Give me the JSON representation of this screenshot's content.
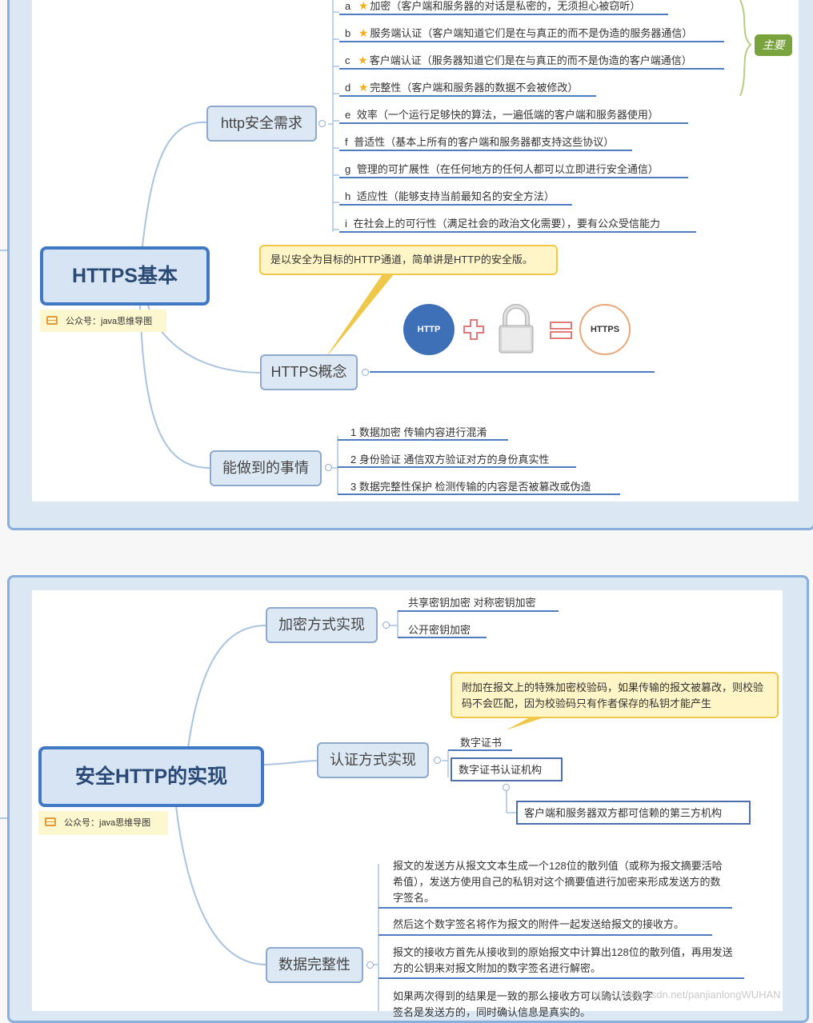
{
  "map1": {
    "root": "HTTPS基本",
    "tag": "公众号：java思维导图",
    "req_node": "http安全需求",
    "requirements": [
      {
        "letter": "a",
        "star": true,
        "text": "加密（客户端和服务器的对话是私密的，无须担心被窃听）"
      },
      {
        "letter": "b",
        "star": true,
        "text": "服务端认证（客户端知道它们是在与真正的而不是伪造的服务器通信）"
      },
      {
        "letter": "c",
        "star": true,
        "text": "客户端认证（服务器知道它们是在与真正的而不是伪造的客户端通信）"
      },
      {
        "letter": "d",
        "star": true,
        "text": "完整性（客户端和服务器的数据不会被修改）"
      },
      {
        "letter": "e",
        "star": false,
        "text": "效率（一个运行足够快的算法，一遍低端的客户端和服务器使用）"
      },
      {
        "letter": "f",
        "star": false,
        "text": "普适性（基本上所有的客户端和服务器都支持这些协议）"
      },
      {
        "letter": "g",
        "star": false,
        "text": "管理的可扩展性（在任何地方的任何人都可以立即进行安全通信）"
      },
      {
        "letter": "h",
        "star": false,
        "text": "适应性（能够支持当前最知名的安全方法）"
      },
      {
        "letter": "i",
        "star": false,
        "text": "在社会上的可行性（满足社会的政治文化需要），要有公众受信能力"
      }
    ],
    "main_label": "主要",
    "concept_node": "HTTPS概念",
    "concept_note": "是以安全为目标的HTTP通道，简单讲是HTTP的安全版。",
    "http_label": "HTTP",
    "https_label": "HTTPS",
    "can_do_node": "能做到的事情",
    "can_do": [
      "1  数据加密  传输内容进行混淆",
      "2  身份验证  通信双方验证对方的身份真实性",
      "3  数据完整性保护  检测传输的内容是否被篡改或伪造"
    ]
  },
  "map2": {
    "root": "安全HTTP的实现",
    "tag": "公众号：java思维导图",
    "enc_node": "加密方式实现",
    "enc_items": [
      "共享密钥加密  对称密钥加密",
      "公开密钥加密"
    ],
    "auth_node": "认证方式实现",
    "auth_note": "附加在报文上的特殊加密校验码，如果传输的报文被篡改，则校验码不会匹配，因为校验码只有作者保存的私钥才能产生",
    "auth_items": [
      "数字证书",
      "数字证书认证机构"
    ],
    "auth_sub": "客户端和服务器双方都可信赖的第三方机构",
    "integrity_node": "数据完整性",
    "integrity_items": [
      "报文的发送方从报文文本生成一个128位的散列值（或称为报文摘要活哈希值），发送方使用自己的私钥对这个摘要值进行加密来形成发送方的数字签名。",
      "然后这个数字签名将作为报文的附件一起发送给报文的接收方。",
      "报文的接收方首先从接收到的原始报文中计算出128位的散列值，再用发送方的公钥来对报文附加的数字签名进行解密。",
      "如果两次得到的结果是一致的那么接收方可以确认该数字签名是发送方的，同时确认信息是真实的。"
    ]
  },
  "watermark": "https://blog.csdn.net/panjianlongWUHAN",
  "colors": {
    "root_border": "#3f79c4",
    "node_fill": "#dde8f5",
    "note_fill": "#fff5c6",
    "star": "#f2b01e",
    "main_tag": "#79a33c",
    "frame": "#88aedb"
  }
}
